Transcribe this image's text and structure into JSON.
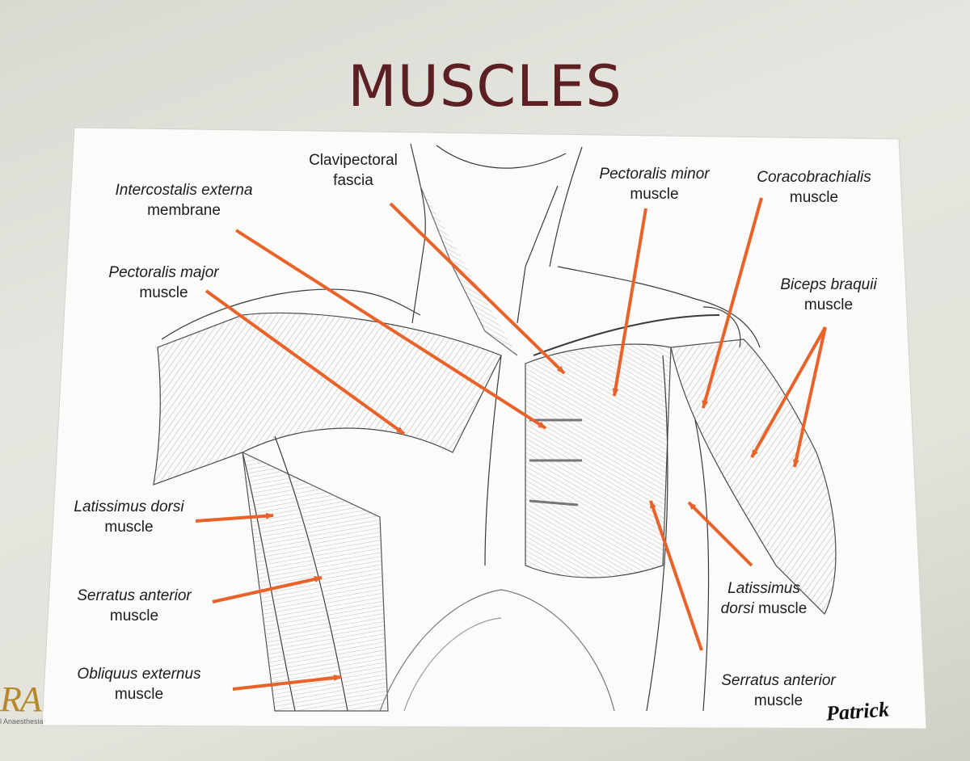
{
  "slide": {
    "title": "MUSCLES"
  },
  "labels": {
    "clavipectoral": {
      "l1": "Clavipectoral",
      "l2": "fascia"
    },
    "intercostalis": {
      "l1": "Intercostalis externa",
      "l2": "membrane"
    },
    "pectoralis_minor": {
      "l1": "Pectoralis minor",
      "l2": "muscle"
    },
    "coracobrachialis": {
      "l1": "Coracobrachialis",
      "l2": "muscle"
    },
    "pectoralis_major": {
      "l1": "Pectoralis major",
      "l2": "muscle"
    },
    "biceps": {
      "l1": "Biceps braquii",
      "l2": "muscle"
    },
    "latissimus_left": {
      "l1": "Latissimus dorsi",
      "l2": "muscle"
    },
    "serratus_left": {
      "l1": "Serratus anterior",
      "l2": "muscle"
    },
    "obliquus": {
      "l1": "Obliquus externus",
      "l2": "muscle"
    },
    "latissimus_right": {
      "l1": "Latissimus",
      "l2a": "dorsi",
      "l2b": " muscle"
    },
    "serratus_right": {
      "l1": "Serratus anterior",
      "l2": "muscle"
    }
  },
  "logo": {
    "letters": "RA",
    "subtitle": "l Anaesthesia"
  },
  "signature": {
    "text": "Patrick"
  },
  "colors": {
    "arrow": "#e8622a",
    "title": "#5b1f24",
    "ink": "#3a3a3a"
  }
}
